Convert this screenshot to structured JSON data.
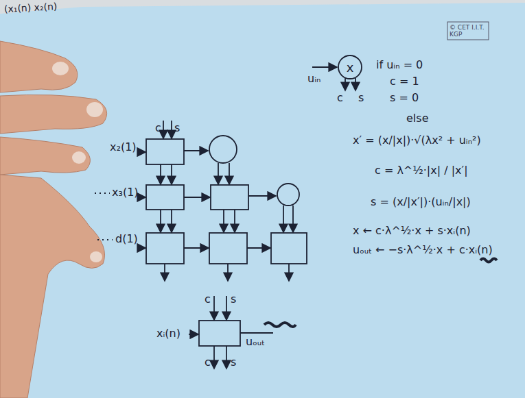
{
  "diagram": {
    "nodes": [
      {
        "text": [
          "x"
        ]
      }
    ],
    "labels": [
      "(x₁(n) x₂(n)",
      "© CET I.I.T. KGP",
      "c",
      "s",
      "x₂(1)",
      "x₃(1)",
      "d(1)",
      "uᵢₙ",
      "c",
      "s",
      "if uᵢₙ = 0",
      "c = 1",
      "s = 0",
      "else",
      "x′ = (x/|x|)·√(λx² + uᵢₙ²)",
      "c = λ^½·|x| / |x′|",
      "s = (x/|x′|)·(uᵢₙ/|x|)",
      "x ← c·λ^½·x + s·xᵢ(n)",
      "uₒᵤₜ ← −s·λ^½·x + c·xᵢ(n)",
      "c",
      "s",
      "xᵢ(n)",
      "uₒᵤₜ",
      "c",
      "s"
    ]
  }
}
